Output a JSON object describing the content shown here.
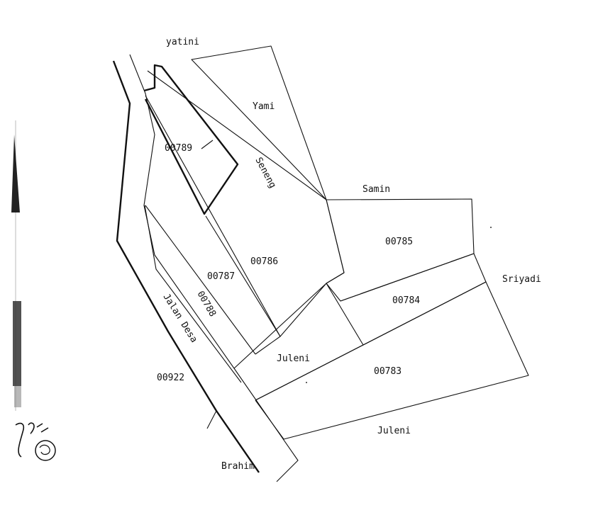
{
  "neighbors": {
    "north": "yatini",
    "yami": "Yami",
    "seneng": "Seneng",
    "samin": "Samin",
    "sriyadi": "Sriyadi",
    "juleni_middle": "Juleni",
    "juleni_bottom": "Juleni",
    "brahim": "Brahim"
  },
  "road": "Jalan Desa",
  "parcels": {
    "p00789": "00789",
    "p00786": "00786",
    "p00787": "00787",
    "p00788": "00788",
    "p00785": "00785",
    "p00784": "00784",
    "p00783": "00783",
    "p00922": "00922"
  }
}
